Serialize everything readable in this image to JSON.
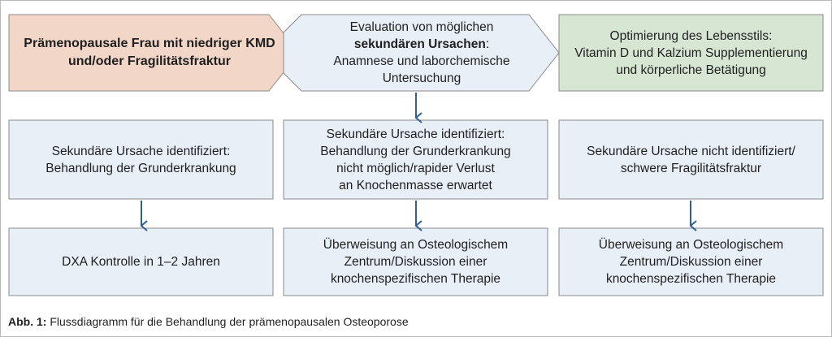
{
  "colors": {
    "start_fill": "#f2d6c8",
    "eval_fill": "#e8eff7",
    "lifestyle_fill": "#d7e6d3",
    "box_fill": "#e8eff7",
    "border": "#8a8a8a",
    "arrow": "#2f5f98"
  },
  "nodes": {
    "start": {
      "lines": [
        "Prämenopausale Frau mit niedriger KMD",
        "und/oder Fragilitätsfraktur"
      ]
    },
    "evaluation": {
      "line1": "Evaluation von möglichen",
      "line2_bold": "sekundären Ursachen",
      "line2_rest": ":",
      "line3": "Anamnese und laborchemische",
      "line4": "Untersuchung"
    },
    "lifestyle": {
      "lines": [
        "Optimierung des Lebensstils:",
        "Vitamin D und Kalzium Supplementierung",
        "und körperliche Betätigung"
      ]
    },
    "secondary_treatable": {
      "lines": [
        "Sekundäre Ursache identifiziert:",
        "Behandlung der Grunderkrankung"
      ]
    },
    "secondary_untreatable": {
      "lines": [
        "Sekundäre Ursache identifiziert:",
        "Behandlung der Grunderkrankung",
        "nicht möglich/rapider Verlust",
        "an Knochenmasse erwartet"
      ]
    },
    "secondary_none": {
      "lines": [
        "Sekundäre Ursache nicht identifiziert/",
        "schwere Fragilitätsfraktur"
      ]
    },
    "dxa": {
      "lines": [
        "DXA Kontrolle in 1–2 Jahren"
      ]
    },
    "referral_middle": {
      "lines": [
        "Überweisung an Osteologischem",
        "Zentrum/Diskussion einer",
        "knochenspezifischen Therapie"
      ]
    },
    "referral_right": {
      "lines": [
        "Überweisung an Osteologischem",
        "Zentrum/Diskussion einer",
        "knochenspezifischen Therapie"
      ]
    }
  },
  "caption": {
    "label": "Abb. 1:",
    "text": " Flussdiagramm für die Behandlung der prämenopausalen Osteoporose"
  }
}
